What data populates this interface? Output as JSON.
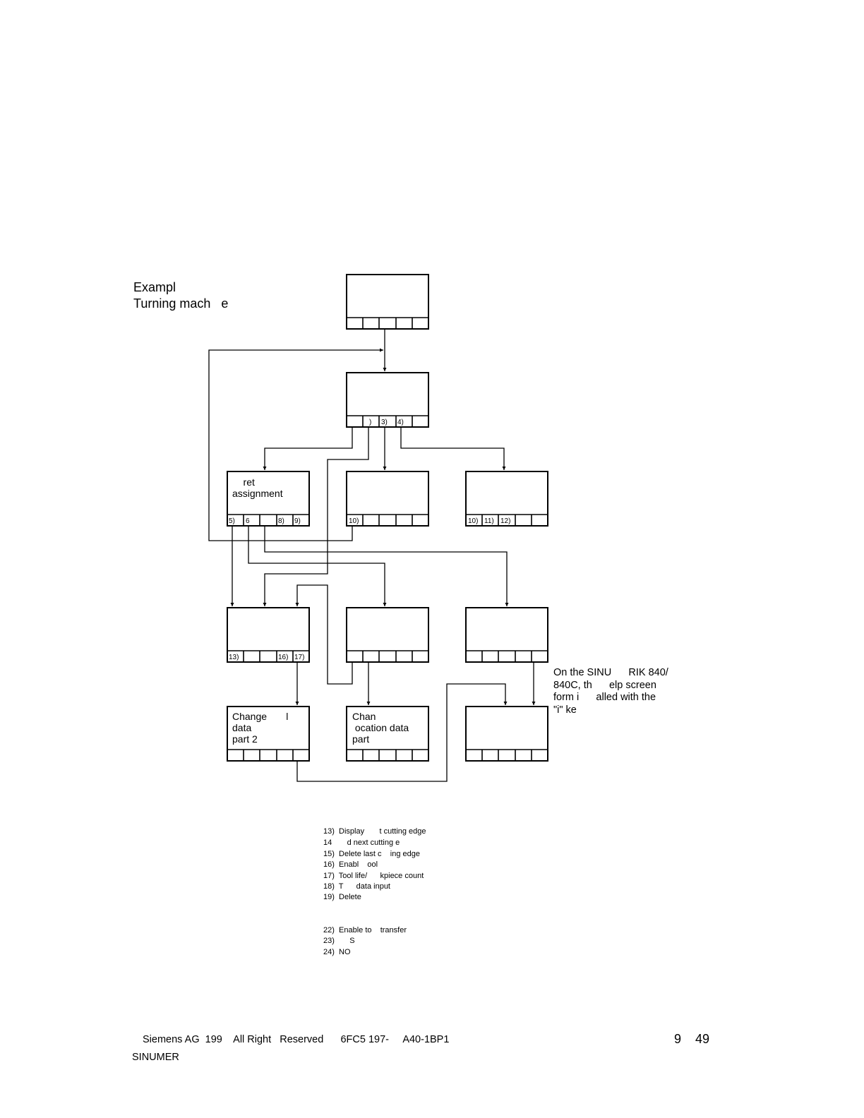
{
  "header": {
    "title_line1": "Exampl",
    "title_line2": "Turning mach   e"
  },
  "boxes": {
    "box_ret": "    ret\nassignment",
    "box_change_tool": "Change       l\ndata\npart 2",
    "box_change_location": "Chan\n ocation data\npart"
  },
  "softkeys": {
    "k_2": ")",
    "k_3": "3)",
    "k_4": "4)",
    "k_5": "5)",
    "k_6": "6",
    "k_8": "8)",
    "k_9": "9)",
    "k_10a": "10)",
    "k_10b": "10)",
    "k_11": "11)",
    "k_12": "12)",
    "k_13": "13)",
    "k_16": "16)",
    "k_17": "17)"
  },
  "side_note": "On the SINU      RIK 840/\n840C, th      elp screen\nform i      alled with the\n\"i\" ke",
  "notes": [
    "13)  Display       t cutting edge",
    "14       d next cutting e",
    "15)  Delete last c    ing edge",
    "16)  Enabl    ool",
    "17)  Tool life/      kpiece count",
    "18)  T      data input",
    "19)  Delete"
  ],
  "notes2": [
    "22)  Enable to    transfer",
    "23)       S",
    "24)  NO"
  ],
  "footer": {
    "copyright": "Siemens AG  199    All Right   Reserved      6FC5 197-     A40-1BP1",
    "product": "SINUMER",
    "page": "9    49"
  }
}
